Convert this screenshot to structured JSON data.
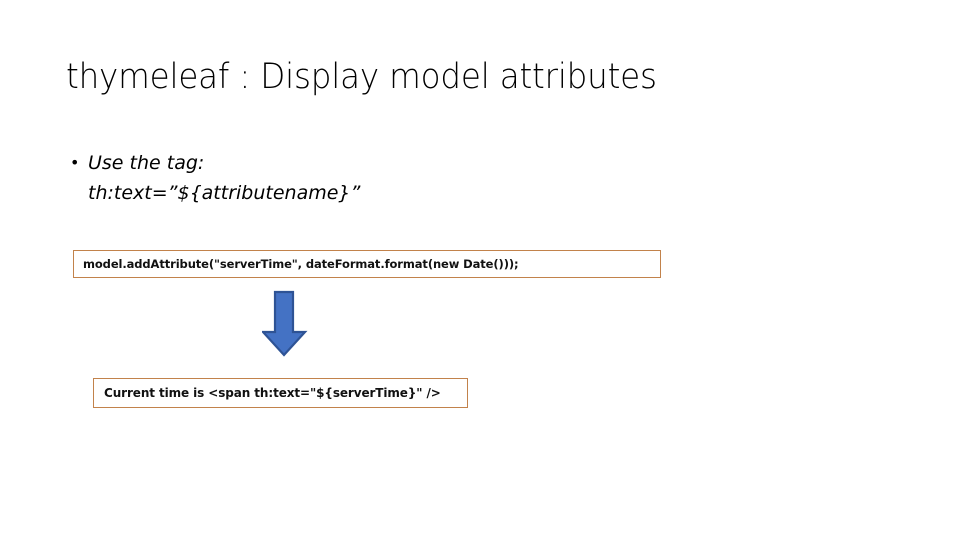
{
  "slide": {
    "title": "thymeleaf : Display model attributes",
    "bullet": {
      "marker": "•",
      "line1": "Use the tag:",
      "line2": "th:text=”${attributename}”"
    },
    "code_boxes": [
      {
        "name": "model-attribute-code",
        "text": "model.addAttribute(\"serverTime\", dateFormat.format(new  Date()));"
      },
      {
        "name": "template-markup-code",
        "text": "Current time is <span  th:text=\"${serverTime}\" />"
      }
    ],
    "arrow": {
      "direction": "down",
      "icon": "down-arrow-icon"
    }
  },
  "colors": {
    "background": "#FFFFFF",
    "text": "#000000",
    "code_border": "#C2824B",
    "arrow_fill": "#4472C4",
    "arrow_stroke": "#2E5395"
  }
}
